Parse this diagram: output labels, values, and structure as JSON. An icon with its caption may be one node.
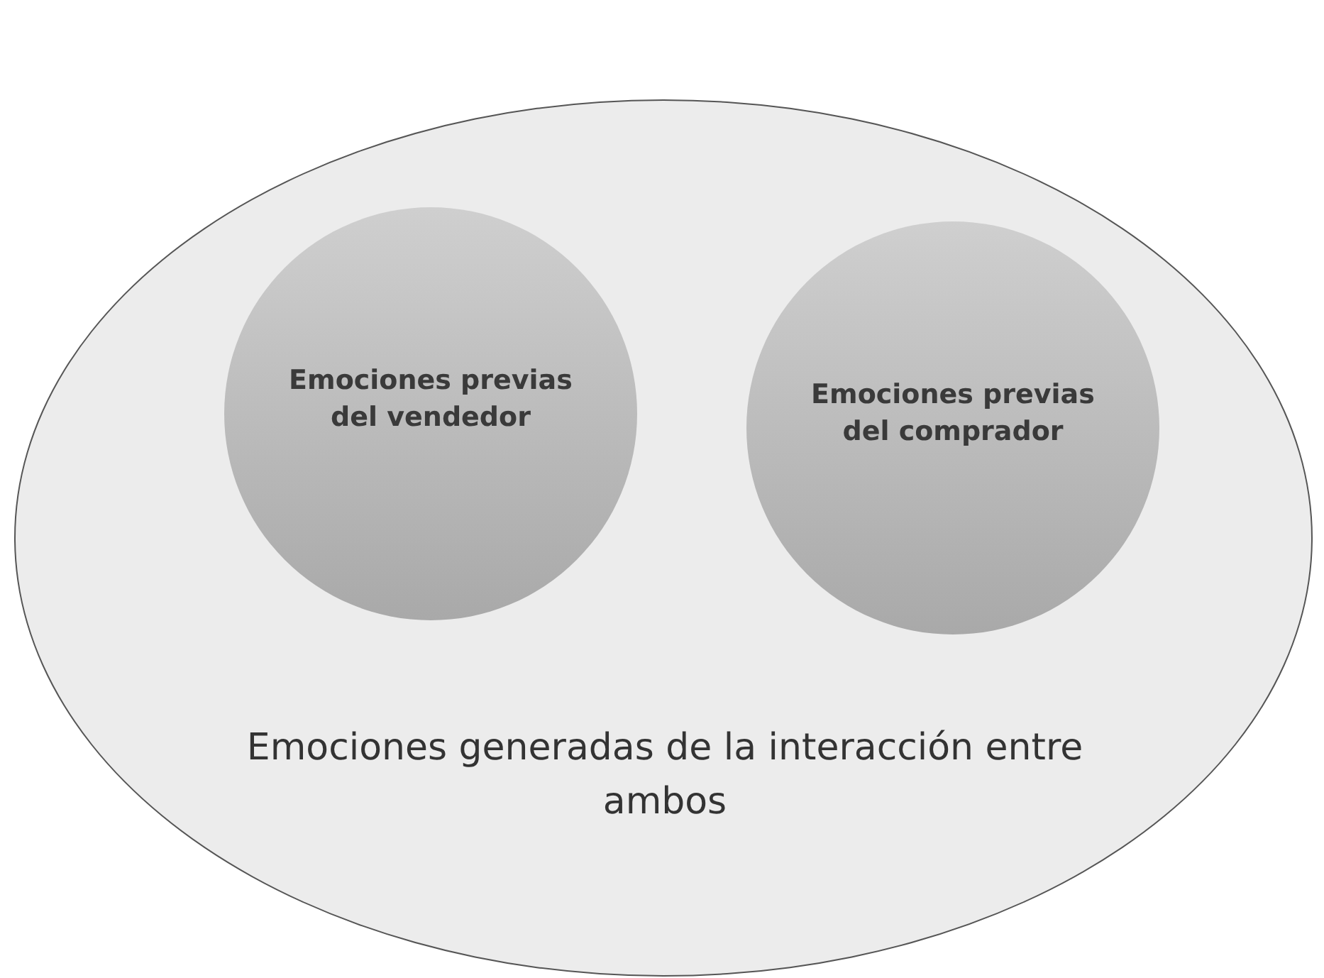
{
  "diagram": {
    "nodes": [
      {
        "text": [
          "Emociones generadas de la interacción entre ambos"
        ]
      },
      {
        "text": [
          "Emociones previas del vendedor"
        ],
        "in": 0
      },
      {
        "text": [
          "Emociones previas del comprador"
        ],
        "in": 0
      }
    ],
    "edges": []
  }
}
